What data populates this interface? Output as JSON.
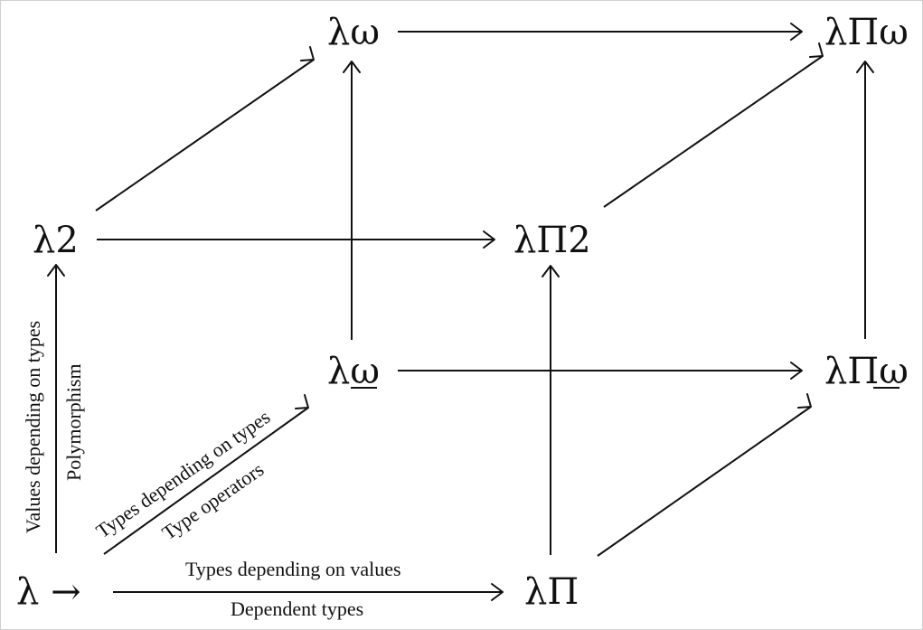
{
  "nodes": {
    "lambda_arrow": "λ →",
    "lambda_pi": "λΠ",
    "lambda_2": "λ2",
    "lambda_pi_2": "λΠ2",
    "lambda_omega_under": "λω",
    "lambda_pi_omega_under": "λΠω",
    "lambda_omega": "λω",
    "lambda_pi_omega": "λΠω"
  },
  "labels": {
    "values_depending_on_types": "Values depending on types",
    "polymorphism": "Polymorphism",
    "types_depending_on_types": "Types depending on types",
    "type_operators": "Type operators",
    "types_depending_on_values": "Types depending on values",
    "dependent_types": "Dependent types"
  }
}
